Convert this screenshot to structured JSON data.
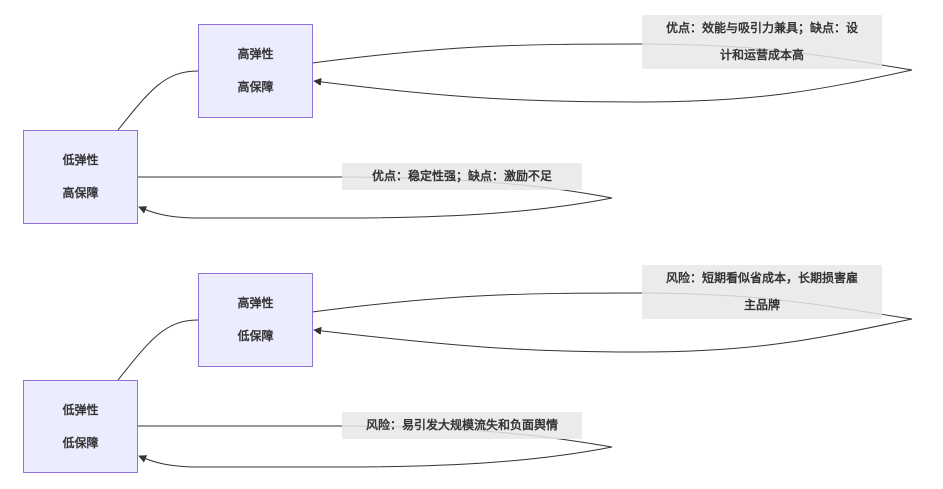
{
  "diagram": {
    "type": "flowchart",
    "groups": [
      {
        "nodes": [
          {
            "id": "A",
            "line1": "高弹性",
            "line2": "高保障"
          },
          {
            "id": "B",
            "line1": "低弹性",
            "line2": "高保障"
          }
        ],
        "edges": [
          {
            "from": "B",
            "to": "A",
            "label": ""
          },
          {
            "from": "A",
            "to": "A",
            "label": "优点：效能与吸引力兼具；缺点：设计和运营成本高",
            "label_line1": "优点：效能与吸引力兼具；缺点：设",
            "label_line2": "计和运营成本高"
          },
          {
            "from": "B",
            "to": "B",
            "label": "优点：稳定性强；缺点：激励不足"
          }
        ]
      },
      {
        "nodes": [
          {
            "id": "C",
            "line1": "高弹性",
            "line2": "低保障"
          },
          {
            "id": "D",
            "line1": "低弹性",
            "line2": "低保障"
          }
        ],
        "edges": [
          {
            "from": "D",
            "to": "C",
            "label": ""
          },
          {
            "from": "C",
            "to": "C",
            "label": "风险：短期看似省成本，长期损害雇主品牌",
            "label_line1": "风险：短期看似省成本，长期损害雇",
            "label_line2": "主品牌"
          },
          {
            "from": "D",
            "to": "D",
            "label": "风险：易引发大规模流失和负面舆情"
          }
        ]
      }
    ],
    "colors": {
      "node_fill": "#ECECFF",
      "node_border": "#9370DB",
      "edge": "#333333",
      "label_bg": "#E8E8E8"
    }
  }
}
